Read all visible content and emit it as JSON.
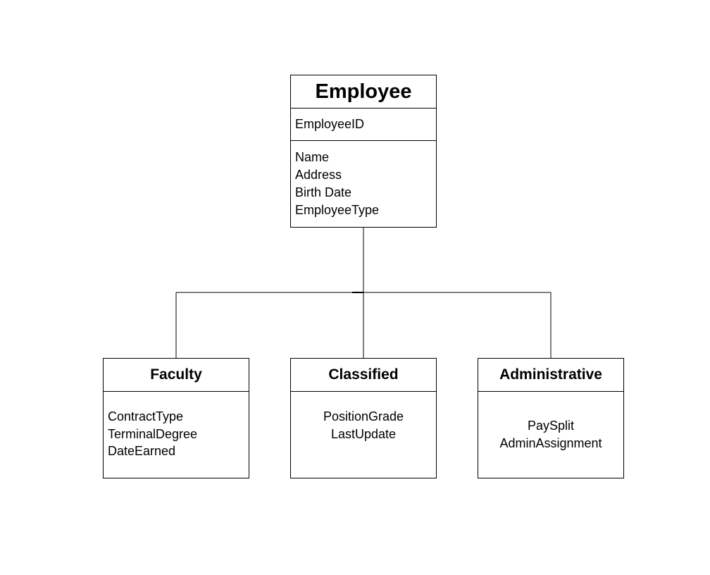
{
  "entities": {
    "employee": {
      "name": "Employee",
      "key": "EmployeeID",
      "attributes": [
        "Name",
        "Address",
        "Birth Date",
        "EmployeeType"
      ]
    },
    "faculty": {
      "name": "Faculty",
      "attributes": [
        "ContractType",
        "TerminalDegree",
        "DateEarned"
      ]
    },
    "classified": {
      "name": "Classified",
      "attributes": [
        "PositionGrade",
        "LastUpdate"
      ]
    },
    "administrative": {
      "name": "Administrative",
      "attributes": [
        "PaySplit",
        "AdminAssignment"
      ]
    }
  },
  "relationships": [
    {
      "type": "generalization",
      "parent": "Employee",
      "children": [
        "Faculty",
        "Classified",
        "Administrative"
      ]
    }
  ],
  "colors": {
    "line": "#000000",
    "background": "#ffffff"
  }
}
